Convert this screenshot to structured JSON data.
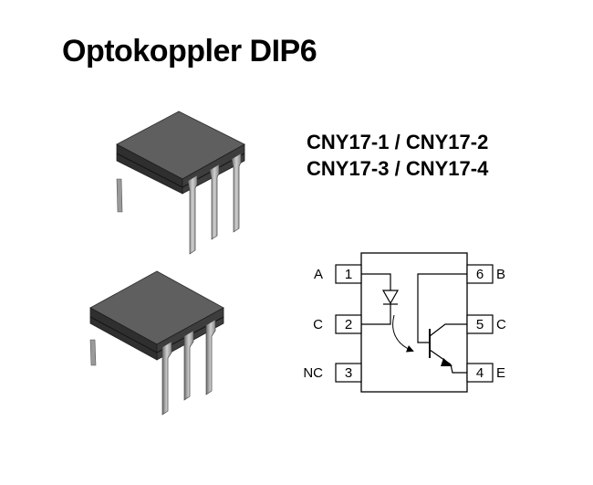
{
  "title": "Optokoppler DIP6",
  "models": [
    "CNY17-1 / CNY17-2",
    "CNY17-3 / CNY17-4"
  ],
  "schematic": {
    "left_pins": [
      {
        "label": "A",
        "number": "1"
      },
      {
        "label": "C",
        "number": "2"
      },
      {
        "label": "NC",
        "number": "3"
      }
    ],
    "right_pins": [
      {
        "label": "B",
        "number": "6"
      },
      {
        "label": "C",
        "number": "5"
      },
      {
        "label": "E",
        "number": "4"
      }
    ]
  }
}
